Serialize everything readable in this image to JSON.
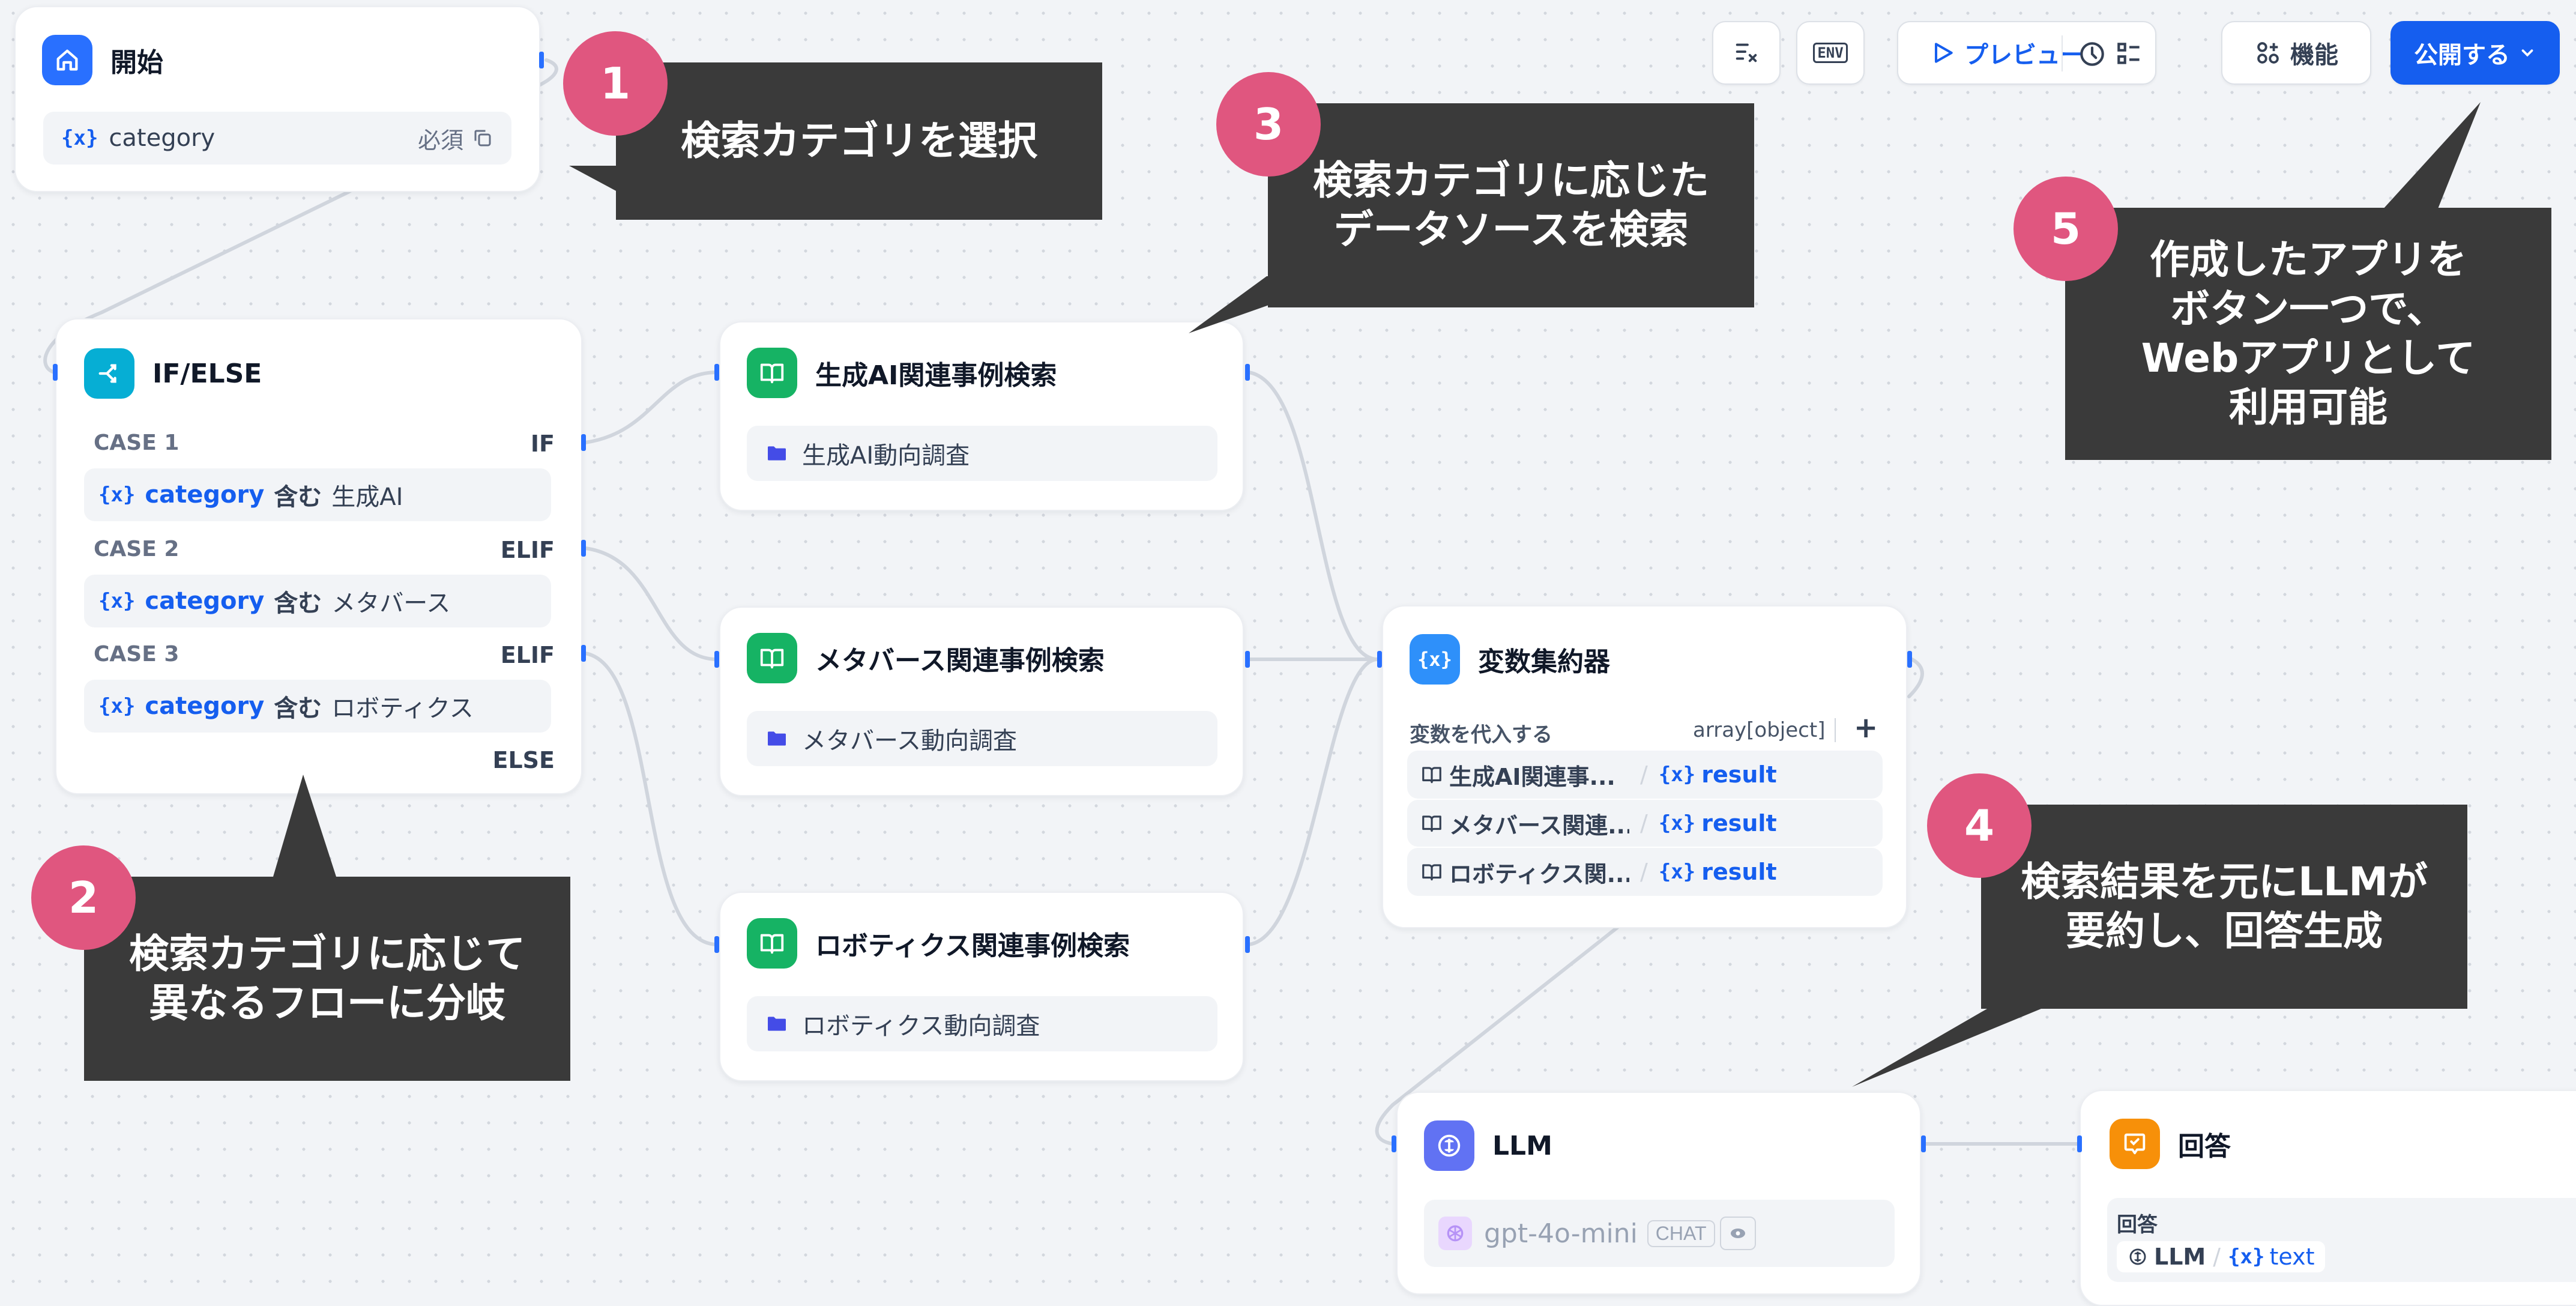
{
  "toolbar": {
    "preview_label": "プレビュー",
    "features_label": "機能",
    "publish_label": "公開する",
    "env_label": "ENV"
  },
  "start_node": {
    "title": "開始",
    "variable": "category",
    "required": "必須"
  },
  "ifelse_node": {
    "title": "IF/ELSE",
    "cases": [
      {
        "case": "CASE 1",
        "kind": "IF",
        "var": "category",
        "op": "含む",
        "value": "生成AI"
      },
      {
        "case": "CASE 2",
        "kind": "ELIF",
        "var": "category",
        "op": "含む",
        "value": "メタバース"
      },
      {
        "case": "CASE 3",
        "kind": "ELIF",
        "var": "category",
        "op": "含む",
        "value": "ロボティクス"
      }
    ],
    "else_label": "ELSE"
  },
  "kr_nodes": [
    {
      "title": "生成AI関連事例検索",
      "dataset": "生成AI動向調査"
    },
    {
      "title": "メタバース関連事例検索",
      "dataset": "メタバース動向調査"
    },
    {
      "title": "ロボティクス関連事例検索",
      "dataset": "ロボティクス動向調査"
    }
  ],
  "aggregator_node": {
    "title": "変数集約器",
    "assign_label": "変数を代入する",
    "type_label": "array[object]",
    "add_symbol": "+",
    "items": [
      {
        "source": "生成AI関連事...",
        "var": "result"
      },
      {
        "source": "メタバース関連...",
        "var": "result"
      },
      {
        "source": "ロボティクス関...",
        "var": "result"
      }
    ]
  },
  "llm_node": {
    "title": "LLM",
    "model": "gpt-4o-mini",
    "mode": "CHAT"
  },
  "answer_node": {
    "title": "回答",
    "field_label": "回答",
    "source": "LLM",
    "var": "text"
  },
  "annotations": [
    {
      "num": "1",
      "lines": [
        "検索カテゴリを選択"
      ]
    },
    {
      "num": "2",
      "lines": [
        "検索カテゴリに応じて",
        "異なるフローに分岐"
      ]
    },
    {
      "num": "3",
      "lines": [
        "検索カテゴリに応じた",
        "データソースを検索"
      ]
    },
    {
      "num": "4",
      "lines": [
        "検索結果を元にLLMが",
        "要約し、回答生成"
      ]
    },
    {
      "num": "5",
      "lines": [
        "作成したアプリを",
        "ボタン一つで、",
        "Webアプリとして",
        "利用可能"
      ]
    }
  ],
  "colors": {
    "accent": "#155eef",
    "badge": "#e0567f",
    "callout": "#3a3a3a",
    "knowledge_green": "#16b364",
    "ifelse_cyan": "#06aed4",
    "llm_indigo": "#6172f3",
    "answer_orange": "#f79009"
  }
}
